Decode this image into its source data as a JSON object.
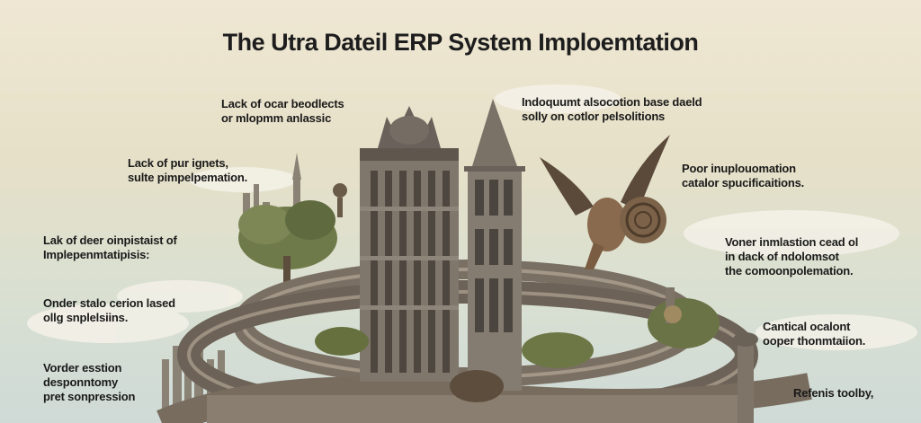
{
  "title": "The Utra Dateil ERP System Imploemtation",
  "captions": {
    "top_left": "Lack of ocar beodlects\nor mlopmm anlassic",
    "top_right": "Indoquumt alsocotion base daeld\nsolly on cotlor pelsolitions",
    "left_1": "Lack of pur ignets,\nsulte pimpelpemation.",
    "left_2": "Lak of deer oinpistaist of\nImplepenmtatipisis:",
    "left_3": "Onder stalo cerion lased\nollg snplelsiins.",
    "left_4": "Vorder esstion\ndesponntomy\npret sonpression",
    "right_1": "Poor inuplouomation\ncatalor spucificaitions.",
    "right_2": "Voner inmlastion cead ol\nin dack of ndolomsot\nthe comoonpolemation.",
    "right_3": "Cantical ocalont\nooper thonmtaiion.",
    "right_4": "Refenis toolby,"
  },
  "colors": {
    "sky": "#e6e0c8",
    "stone": "#8b7f72",
    "foliage": "#6f7a4a",
    "text": "#1a1a1a"
  }
}
